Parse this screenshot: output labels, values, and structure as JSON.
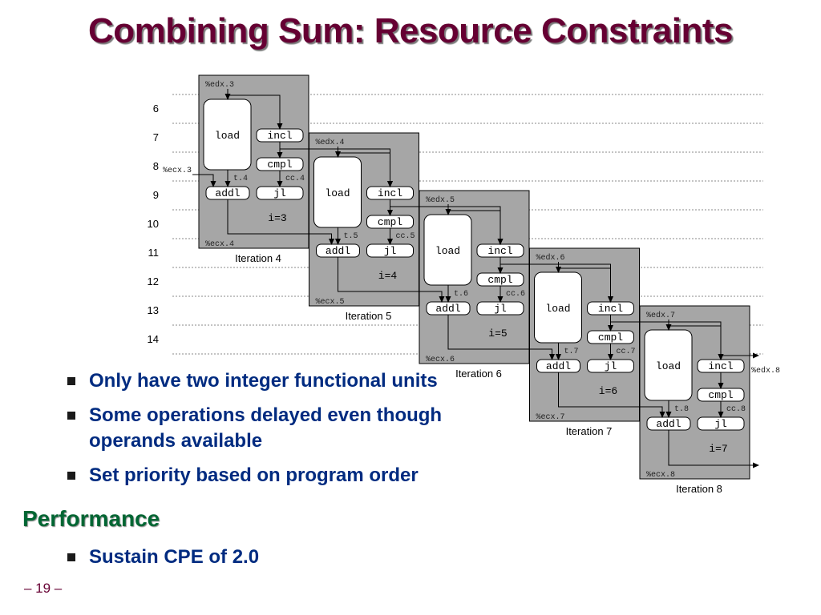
{
  "slide": {
    "title": "Combining Sum: Resource Constraints",
    "bullets": [
      "Only have two integer functional units",
      "Some operations delayed even though operands available",
      "Set priority based on program order"
    ],
    "subheading": "Performance",
    "sub_bullets": [
      "Sustain CPE of 2.0"
    ],
    "page_label": "– 19 –"
  },
  "diagram": {
    "cycles": [
      "6",
      "7",
      "8",
      "9",
      "10",
      "11",
      "12",
      "13",
      "14"
    ],
    "ops": {
      "load": "load",
      "incl": "incl",
      "cmpl": "cmpl",
      "jl": "jl",
      "addl": "addl"
    },
    "iterations": [
      {
        "caption": "Iteration 4",
        "edx_in": "%edx.3",
        "ecx_in": "%ecx.3",
        "t": "t.4",
        "cc": "cc.4",
        "ecx_out": "%ecx.4",
        "i": "i=3"
      },
      {
        "caption": "Iteration 5",
        "edx_in": "%edx.4",
        "t": "t.5",
        "cc": "cc.5",
        "ecx_out": "%ecx.5",
        "i": "i=4"
      },
      {
        "caption": "Iteration 6",
        "edx_in": "%edx.5",
        "t": "t.6",
        "cc": "cc.6",
        "ecx_out": "%ecx.6",
        "i": "i=5"
      },
      {
        "caption": "Iteration 7",
        "edx_in": "%edx.6",
        "t": "t.7",
        "cc": "cc.7",
        "ecx_out": "%ecx.7",
        "i": "i=6"
      },
      {
        "caption": "Iteration 8",
        "edx_in": "%edx.7",
        "t": "t.8",
        "cc": "cc.8",
        "ecx_out": "%ecx.8",
        "i": "i=7",
        "edx_out": "%edx.8"
      }
    ]
  },
  "colors": {
    "title": "#660033",
    "bullet_text": "#002b80",
    "subheading": "#006633",
    "panel": "#a6a6a6"
  }
}
